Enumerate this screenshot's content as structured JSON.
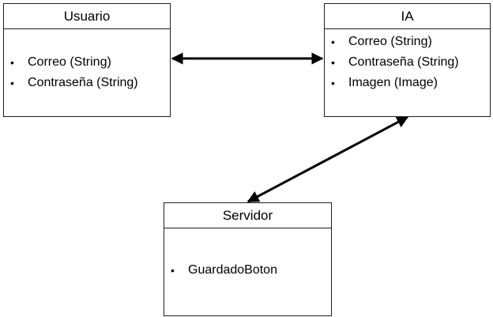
{
  "classes": [
    {
      "name": "Usuario",
      "attributes": [
        "Correo (String)",
        "Contraseña (String)"
      ]
    },
    {
      "name": "IA",
      "attributes": [
        "Correo (String)",
        "Contraseña (String)",
        "Imagen (Image)"
      ]
    },
    {
      "name": "Servidor",
      "attributes": [
        "GuardadoBoton"
      ]
    }
  ],
  "associations": [
    {
      "from": "Usuario",
      "to": "IA",
      "arrowheads": "both"
    },
    {
      "from": "IA",
      "to": "Servidor",
      "arrowheads": "both"
    }
  ],
  "colors": {
    "line": "#000000",
    "border": "#1f1f1f",
    "background": "#ffffff"
  }
}
